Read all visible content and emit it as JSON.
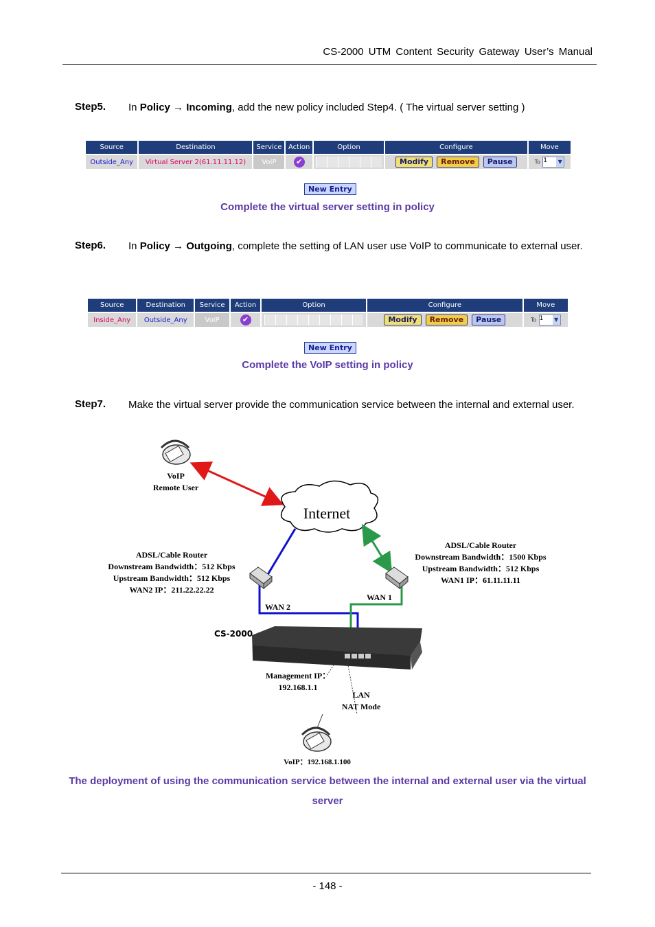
{
  "header": {
    "title": "CS-2000  UTM  Content  Security  Gateway  User’s  Manual"
  },
  "steps": [
    {
      "label": "Step5.",
      "prefix": "In ",
      "bold1": "Policy",
      "arrow": " → ",
      "bold2": "Incoming",
      "text": ", add the new policy included Step4. ( The virtual server setting )"
    },
    {
      "label": "Step6.",
      "prefix": "In ",
      "bold1": "Policy",
      "arrow": " → ",
      "bold2": "Outgoing",
      "text": ", complete the setting of LAN user use VoIP to communicate to external user."
    },
    {
      "label": "Step7.",
      "text": "Make the virtual server provide the communication service between the internal and external user."
    }
  ],
  "table_headers": {
    "source": "Source",
    "destination": "Destination",
    "service": "Service",
    "action": "Action",
    "option": "Option",
    "configure": "Configure",
    "move": "Move"
  },
  "table1_row": {
    "source": "Outside_Any",
    "destination": "Virtual Server 2(61.11.11.12)",
    "service": "VoIP",
    "move_to": "To",
    "move_value": "1"
  },
  "table2_row": {
    "source": "Inside_Any",
    "destination": "Outside_Any",
    "service": "VoIP",
    "move_to": "To",
    "move_value": "1"
  },
  "buttons": {
    "modify": "Modify",
    "remove": "Remove",
    "pause": "Pause",
    "new_entry": "New Entry"
  },
  "captions": {
    "c1": "Complete the virtual server setting in policy",
    "c2": "Complete the VoIP setting in policy",
    "c3": "The deployment of using the communication service between the internal and external user via the virtual server"
  },
  "diagram": {
    "voip_remote_line1": "VoIP",
    "voip_remote_line2": "Remote User",
    "internet": "Internet",
    "router_left": [
      "ADSL/Cable Router",
      "Downstream Bandwidth：512 Kbps",
      "Upstream Bandwidth：512 Kbps",
      "WAN2 IP：211.22.22.22"
    ],
    "router_right": [
      "ADSL/Cable Router",
      "Downstream Bandwidth：1500 Kbps",
      "Upstream Bandwidth：512 Kbps",
      "WAN1 IP：61.11.11.11"
    ],
    "wan2": "WAN 2",
    "wan1": "WAN 1",
    "device": "CS-2000",
    "mgmt_line1": "Management IP：",
    "mgmt_line2": "192.168.1.1",
    "lan_line1": "LAN",
    "lan_line2": "NAT Mode",
    "voip_local": "VoIP：192.168.1.100",
    "colors": {
      "red": "#e01818",
      "blue": "#1010d0",
      "green": "#2a9a4a"
    }
  },
  "footer": {
    "page": "- 148 -"
  }
}
